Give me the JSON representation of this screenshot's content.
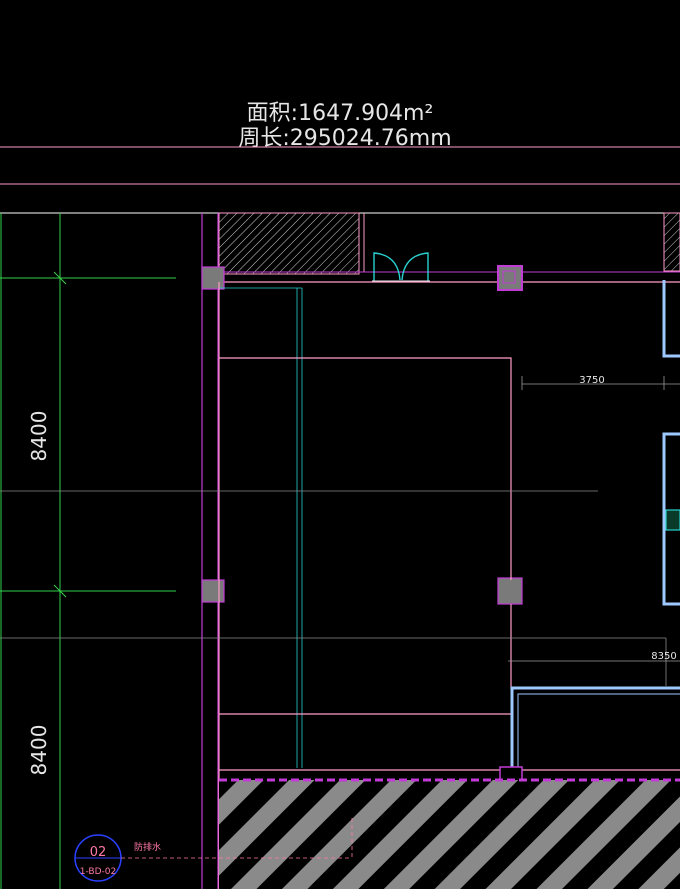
{
  "drawing": {
    "area_label": "面积:1647.904m²",
    "perimeter_label": "周长:295024.76mm",
    "dims": {
      "left_upper": "8400",
      "left_lower": "8400",
      "top_right": "3750",
      "mid_right": "8350"
    },
    "callout": {
      "number": "02",
      "sheet": "1-BD-02",
      "note": "防排水"
    }
  },
  "colors": {
    "background": "#000000",
    "pink_line": "#ff9cc8",
    "magenta": "#c23bd6",
    "grid_green": "#34d04a",
    "blue_wall": "#9ec9ff",
    "cyan": "#29d0d0",
    "gray_fill": "#7a7a7a",
    "white_text": "#e6e6e6",
    "hatch": "#8a8a8a"
  }
}
